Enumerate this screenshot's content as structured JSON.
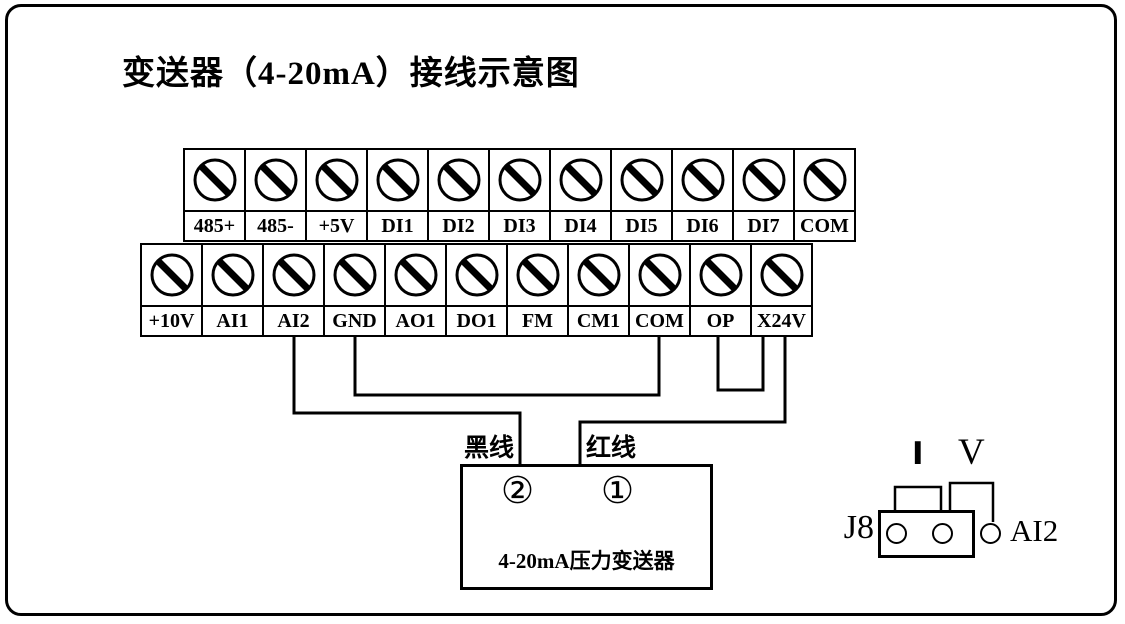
{
  "title": "变送器（4-20mA）接线示意图",
  "top_terminal_row": {
    "labels": [
      "485+",
      "485-",
      "+5V",
      "DI1",
      "DI2",
      "DI3",
      "DI4",
      "DI5",
      "DI6",
      "DI7",
      "COM"
    ]
  },
  "bottom_terminal_row": {
    "labels": [
      "+10V",
      "AI1",
      "AI2",
      "GND",
      "AO1",
      "DO1",
      "FM",
      "CM1",
      "COM",
      "OP",
      "X24V"
    ]
  },
  "wires": {
    "black_wire_label": "黑线",
    "red_wire_label": "红线",
    "connections": [
      {
        "from": "AI2",
        "to": "②",
        "wire": "黑线"
      },
      {
        "from": "X24V",
        "to": "①",
        "wire": "红线"
      },
      {
        "from": "GND",
        "to": "COM"
      },
      {
        "from": "OP",
        "to": "X24V"
      }
    ]
  },
  "transmitter": {
    "terminal_2": "②",
    "terminal_1": "①",
    "label": "4-20mA压力变送器"
  },
  "jumper_block": {
    "name": "J8",
    "current_mark": "I",
    "voltage_mark": "V",
    "channel": "AI2"
  },
  "icons": {
    "screw_terminal": "circle-with-slash"
  }
}
